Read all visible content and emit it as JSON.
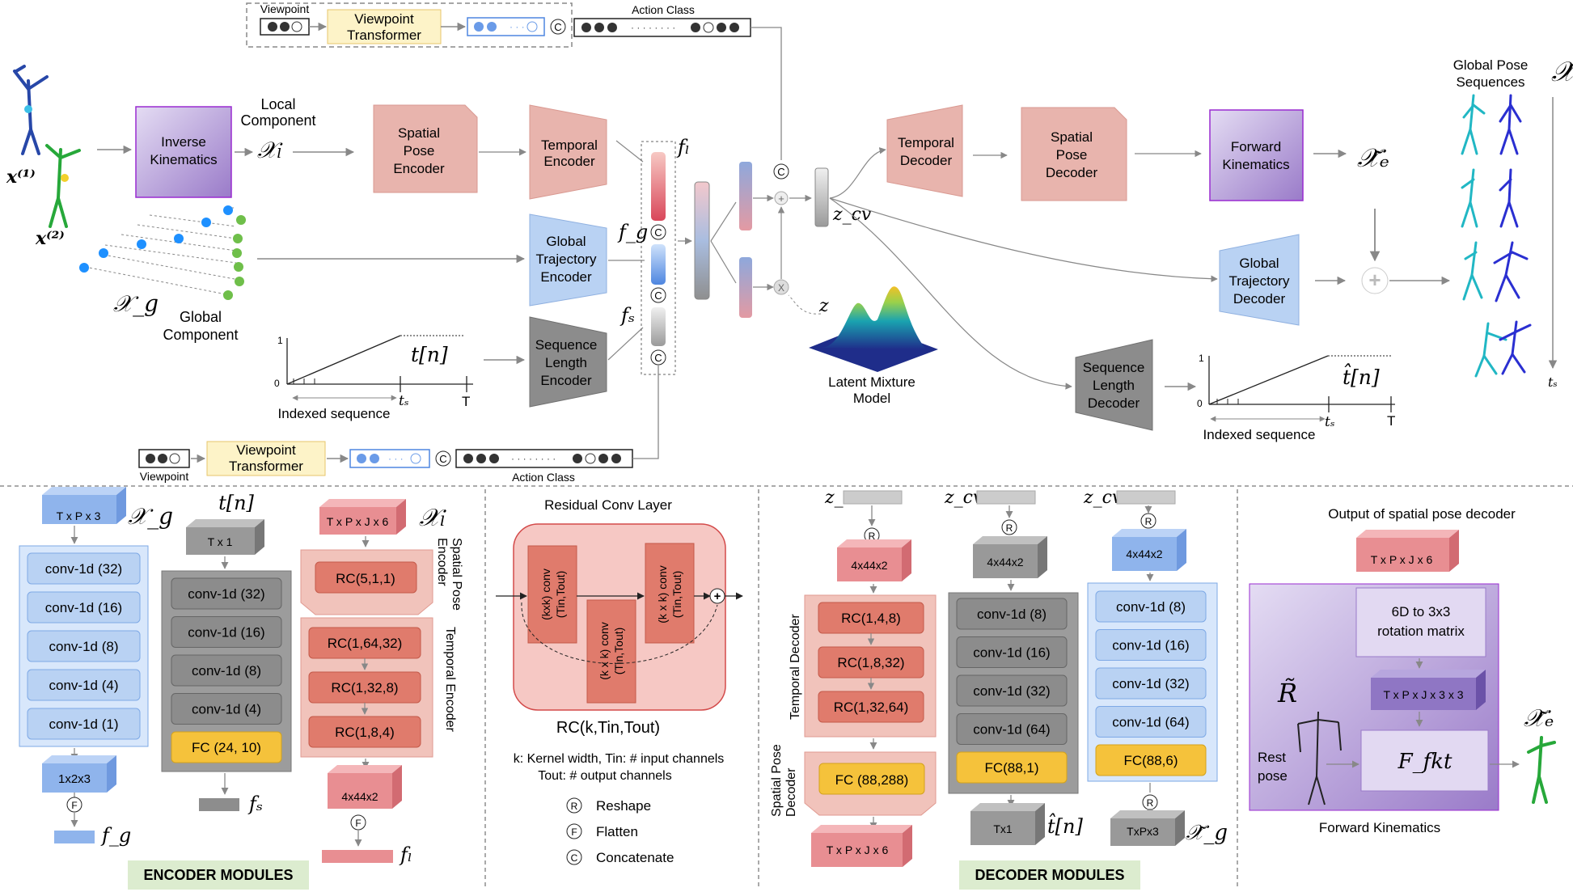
{
  "colors": {
    "purple": "#a98fcf",
    "pink": "#e8b4ad",
    "blue": "#b9d2f3",
    "gray": "#9a9a9a",
    "yellow": "#f5c23b",
    "red_block": "#e07b6c",
    "light_yellow": "#fdf3c8"
  },
  "top": {
    "viewpoint_label": "Viewpoint",
    "viewpoint_transformer": "Viewpoint Transformer",
    "action_class_label": "Action Class",
    "concat_symbol": "C",
    "x1": "x⁽¹⁾",
    "x2": "x⁽²⁾",
    "inverse_kinematics": "Inverse Kinematics",
    "local_component": "Local Component",
    "x_l": "𝒳ₗ",
    "spatial_pose_encoder": "Spatial Pose Encoder",
    "temporal_encoder": "Temporal Encoder",
    "f_l": "fₗ",
    "f_g": "f_g",
    "f_s": "fₛ",
    "global_trajectory_encoder": "Global Trajectory Encoder",
    "x_g": "𝒳_g",
    "global_component": "Global Component",
    "sequence_length_encoder": "Sequence Length Encoder",
    "t_n": "t[n]",
    "plot_y1": "1",
    "plot_y0": "0",
    "plot_ts": "tₛ",
    "plot_T": "T",
    "indexed_sequence": "Indexed sequence",
    "z_cv": "z_cv",
    "z": "z",
    "plus_symbol": "+",
    "times_symbol": "X",
    "latent_mixture_model": "Latent Mixture Model",
    "temporal_decoder": "Temporal Decoder",
    "spatial_pose_decoder": "Spatial Pose Decoder",
    "forward_kinematics": "Forward Kinematics",
    "x_e": "𝒳̃ₑ",
    "global_trajectory_decoder": "Global Trajectory Decoder",
    "sequence_length_decoder": "Sequence Length Decoder",
    "t_n_hat": "t̂[n]",
    "global_pose_sequences": "Global Pose Sequences",
    "x_tilde": "𝒳̃",
    "t_s_axis": "tₛ"
  },
  "bottom": {
    "encoder_modules": "ENCODER MODULES",
    "decoder_modules": "DECODER MODULES",
    "enc_g": {
      "input": "T x P x 3",
      "input_symbol": "𝒳_g",
      "layers": [
        "conv-1d (32)",
        "conv-1d (16)",
        "conv-1d (8)",
        "conv-1d (4)",
        "conv-1d (1)"
      ],
      "output": "1x2x3",
      "flatten": "F",
      "out_symbol": "f_g"
    },
    "enc_s": {
      "input": "T x 1",
      "input_symbol": "t[n]",
      "layers": [
        "conv-1d (32)",
        "conv-1d (16)",
        "conv-1d (8)",
        "conv-1d (4)"
      ],
      "fc": "FC (24, 10)",
      "out_symbol": "fₛ"
    },
    "enc_l": {
      "input": "T x P x J x 6",
      "input_symbol": "𝒳ₗ",
      "spatial_layers": [
        "RC(5,1,1)"
      ],
      "temporal_layers": [
        "RC(1,64,32)",
        "RC(1,32,8)",
        "RC(1,8,4)"
      ],
      "spatial_label": "Spatial Pose Encoder",
      "temporal_label": "Temporal Encoder",
      "output": "4x44x2",
      "flatten": "F",
      "out_symbol": "fₗ"
    },
    "residual": {
      "title": "Residual Conv Layer",
      "conv1": "(kxk) conv (Tin,Tout)",
      "conv2": "(k x k) conv (Tin,Tout)",
      "conv3": "(k x k) conv (Tin,Tout)",
      "plus": "+",
      "name": "RC(k,Tin,Tout)",
      "desc1": "k: Kernel width, Tin: # input channels",
      "desc2": "Tout: # output channels",
      "legend": [
        {
          "sym": "R",
          "label": "Reshape"
        },
        {
          "sym": "F",
          "label": "Flatten"
        },
        {
          "sym": "C",
          "label": "Concatenate"
        }
      ]
    },
    "dec_l": {
      "input_symbol": "z_cv",
      "reshape": "R",
      "reshaped": "4x44x2",
      "temporal_label": "Temporal Decoder",
      "spatial_label": "Spatial Pose Decoder",
      "temporal_layers": [
        "RC(1,4,8)",
        "RC(1,8,32)",
        "RC(1,32,64)"
      ],
      "fc": "FC (88,288)",
      "output": "T x P x J x 6"
    },
    "dec_s": {
      "input_symbol": "z_cv",
      "reshape": "R",
      "reshaped": "4x44x2",
      "layers": [
        "conv-1d (8)",
        "conv-1d (16)",
        "conv-1d (32)",
        "conv-1d (64)"
      ],
      "fc": "FC(88,1)",
      "output": "Tx1",
      "out_symbol": "t̂[n]"
    },
    "dec_g": {
      "input_symbol": "z_cv",
      "reshape": "R",
      "reshaped": "4x44x2",
      "layers": [
        "conv-1d (8)",
        "conv-1d (16)",
        "conv-1d (32)",
        "conv-1d (64)"
      ],
      "fc": "FC(88,6)",
      "reshape2": "R",
      "output": "TxPx3",
      "out_symbol": "𝒳̃_g"
    },
    "fk": {
      "title": "Output of spatial pose decoder",
      "input": "T x P x J x 6",
      "rot": "6D to 3x3 rotation matrix",
      "mat": "T x P x J x 3 x 3",
      "f_fkt": "F_fkt",
      "r_tilde": "R̃",
      "rest_pose": "Rest pose",
      "out_symbol": "𝒳̃ₑ",
      "caption": "Forward Kinematics"
    }
  }
}
